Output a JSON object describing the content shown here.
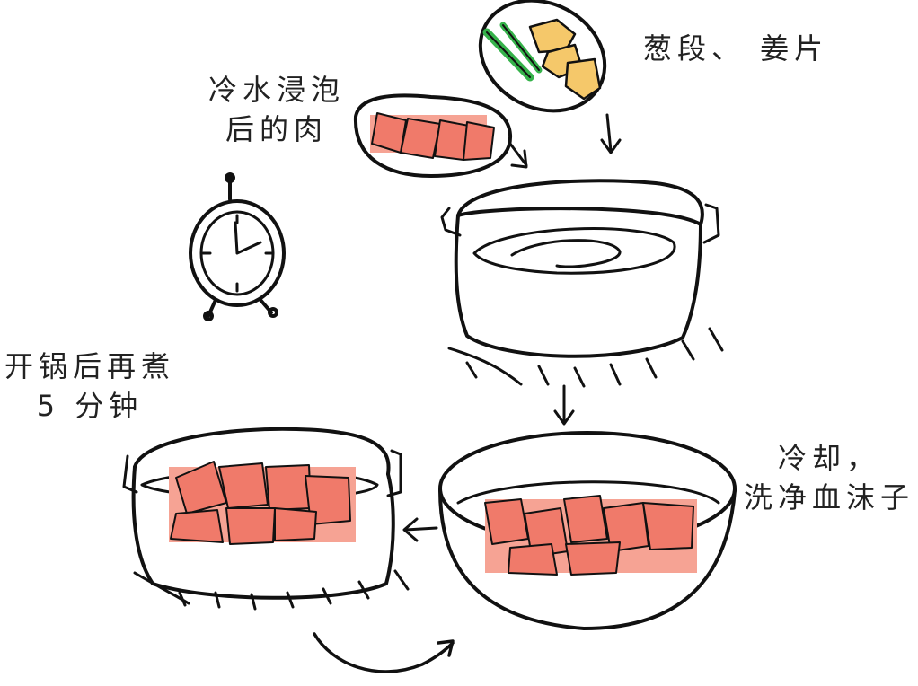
{
  "labels": {
    "scallion_ginger": "葱段、 姜片",
    "soaked_meat_line1": "冷水浸泡",
    "soaked_meat_line2": "后的肉",
    "boil_line1": "开锅后再煮",
    "boil_line2": "5 分钟",
    "cool_line1": "冷却，",
    "cool_line2": "洗净血沫子"
  },
  "colors": {
    "ink": "#111111",
    "meat": "#f07a6a",
    "meat_light": "#f6a394",
    "scallion": "#35b24a",
    "ginger": "#f5c86a"
  },
  "icons": [
    "clock-icon",
    "pot-icon",
    "meat-icon",
    "scallion-icon",
    "ginger-icon",
    "flame-icon",
    "arrow-icon"
  ]
}
